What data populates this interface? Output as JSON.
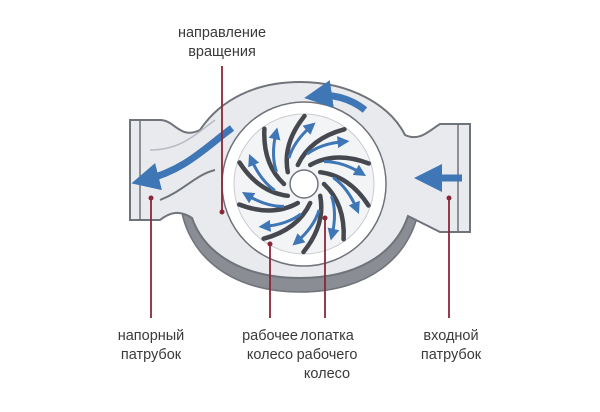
{
  "labels": {
    "rotation_direction": [
      "направление",
      "вращения"
    ],
    "discharge_nozzle": [
      "напорный",
      "патрубок"
    ],
    "impeller": [
      "рабочее",
      "колесо"
    ],
    "impeller_blade": [
      "лопатка",
      "рабочего",
      "колесо"
    ],
    "inlet_nozzle": [
      "входной",
      "патрубок"
    ]
  },
  "colors": {
    "casing_fill": "#e9eaee",
    "casing_stroke": "#6f737a",
    "shadow_fill": "#8a8d93",
    "flow_arrow": "#3f76b5",
    "blade": "#45484e",
    "leader_line": "#8b2638",
    "text": "#3a3a3a"
  },
  "icons": {
    "flow_arrows": "blue-flow-arrow-icon",
    "blade_arrows": "small-blue-arrow-icon"
  }
}
